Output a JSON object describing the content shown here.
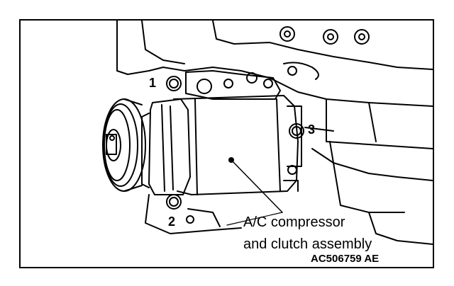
{
  "callouts": {
    "one": "1",
    "two": "2",
    "three": "3"
  },
  "label": {
    "line1": "A/C compressor",
    "line2": "and clutch assembly"
  },
  "figure_code": "AC506759 AE"
}
